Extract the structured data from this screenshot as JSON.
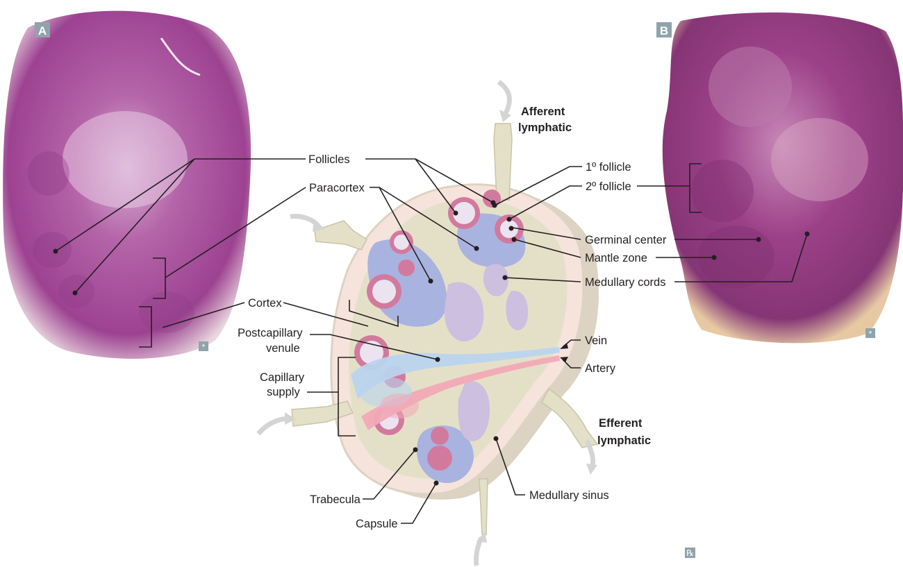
{
  "panels": {
    "a_letter": "A",
    "b_letter": "B",
    "a_mark": "*",
    "b_mark": "*"
  },
  "labels": {
    "follicles": "Follicles",
    "paracortex": "Paracortex",
    "cortex": "Cortex",
    "postcapillary_venule_line1": "Postcapillary",
    "postcapillary_venule_line2": "venule",
    "capillary_supply_line1": "Capillary",
    "capillary_supply_line2": "supply",
    "trabecula": "Trabecula",
    "capsule": "Capsule",
    "afferent_line1": "Afferent",
    "afferent_line2": "lymphatic",
    "primary_follicle": "1º follicle",
    "secondary_follicle": "2º follicle",
    "germinal_center": "Germinal center",
    "mantle_zone": "Mantle zone",
    "medullary_cords": "Medullary cords",
    "vein": "Vein",
    "artery": "Artery",
    "efferent_line1": "Efferent",
    "efferent_line2": "lymphatic",
    "medullary_sinus": "Medullary sinus"
  },
  "footer_mark": "℞",
  "colors": {
    "stain": "#9b3f8f",
    "stain_dark": "#7a2d73",
    "follicle": "#d27a9e",
    "follicle_inner": "#ece3f1",
    "paracortex": "#a9b3df",
    "medulla": "#cdbfe0",
    "capsule": "#f6e3dc",
    "trabecula": "#ddd8c5",
    "vein": "#b9d4ef",
    "artery": "#f2a9b7",
    "badge": "#8fa3ab"
  }
}
